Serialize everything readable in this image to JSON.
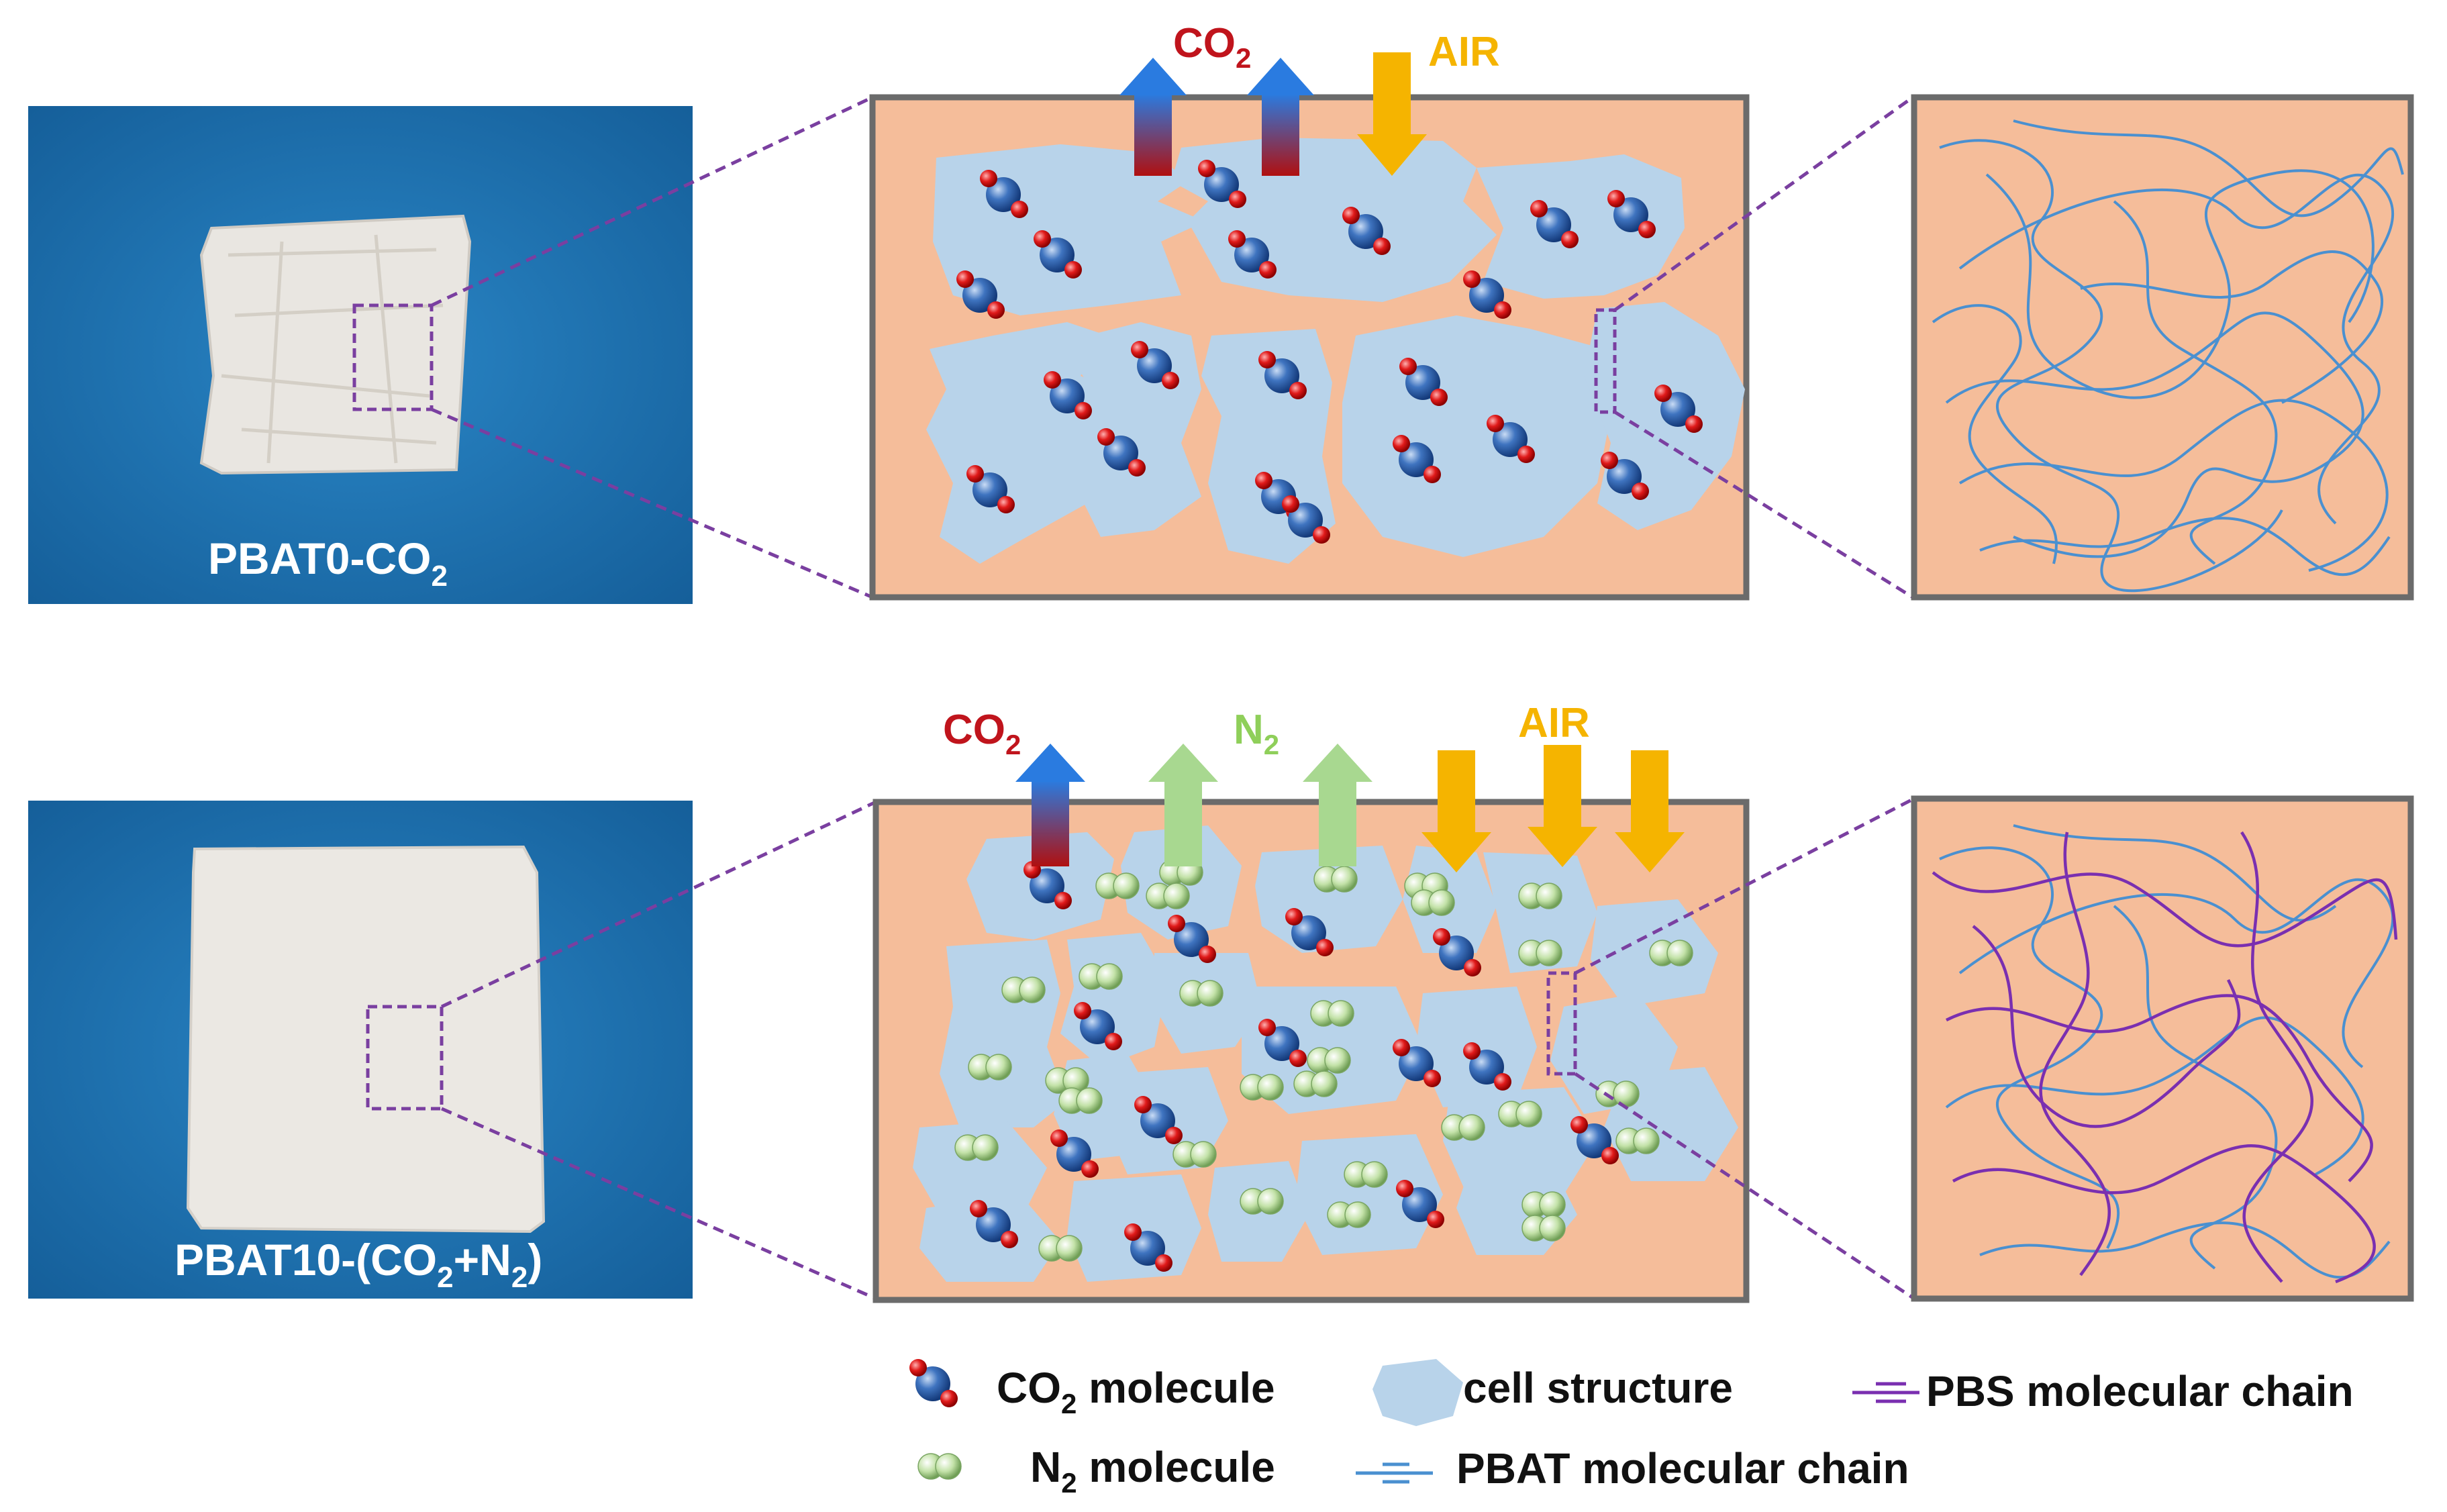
{
  "panels": [
    {
      "id": "top",
      "photo_label": "PBAT0-CO",
      "photo_label_sub": "2",
      "photo_label_tail": "",
      "arrow_labels": [
        {
          "text": "CO",
          "sub": "2",
          "kind": "co2"
        },
        {
          "text": "AIR",
          "sub": "",
          "kind": "air"
        }
      ]
    },
    {
      "id": "bottom",
      "photo_label": "PBAT10-(CO",
      "photo_label_sub": "2",
      "photo_label_mid": "+N",
      "photo_label_sub2": "2",
      "photo_label_tail": ")",
      "arrow_labels": [
        {
          "text": "CO",
          "sub": "2",
          "kind": "co2"
        },
        {
          "text": "N",
          "sub": "2",
          "kind": "n2"
        },
        {
          "text": "AIR",
          "sub": "",
          "kind": "air"
        }
      ]
    }
  ],
  "legend": {
    "co2": {
      "text": "CO",
      "sub": "2",
      "tail": " molecule"
    },
    "n2": {
      "text": "N",
      "sub": "2",
      "tail": " molecule"
    },
    "cell": {
      "text": "cell structure"
    },
    "pbs": {
      "text": "PBS molecular chain"
    },
    "pbat": {
      "text": "PBAT molecular chain"
    }
  },
  "colors": {
    "photo_bg": "#1f6fae",
    "matrix": "#f5bd9a",
    "cell": "#b8d3ea",
    "frame": "#6b6b6b",
    "co2_label": "#c0141c",
    "air_label": "#f5b400",
    "n2_label": "#8fcf5a",
    "dashed": "#7a3fa0",
    "pbat_chain": "#4a90d0",
    "pbs_chain": "#7a2fb0",
    "n2_atom": "#b8dc9a",
    "co2_carbon": "#2b5ca8",
    "co2_oxygen": "#d0141c"
  }
}
